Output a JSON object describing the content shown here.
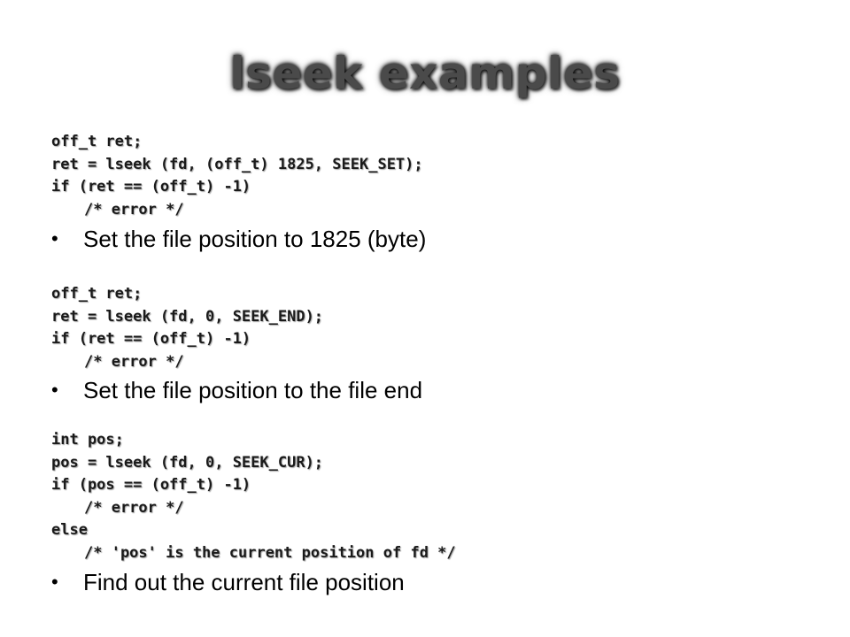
{
  "slide": {
    "title": "lseek examples",
    "bullet_glyph": "•",
    "sections": [
      {
        "code": [
          {
            "text": "off_t ret;",
            "indent": false
          },
          {
            "text": "ret = lseek (fd, (off_t) 1825, SEEK_SET);",
            "indent": false
          },
          {
            "text": "if (ret == (off_t) -1)",
            "indent": false
          },
          {
            "text": "/* error */",
            "indent": true
          }
        ],
        "bullet": "Set the file position to 1825 (byte)"
      },
      {
        "code": [
          {
            "text": "off_t ret;",
            "indent": false
          },
          {
            "text": "ret = lseek (fd, 0, SEEK_END);",
            "indent": false
          },
          {
            "text": "if (ret == (off_t) -1)",
            "indent": false
          },
          {
            "text": "/* error */",
            "indent": true
          }
        ],
        "bullet": "Set the file position to the file end"
      },
      {
        "code": [
          {
            "text": "int pos;",
            "indent": false
          },
          {
            "text": "pos = lseek (fd, 0, SEEK_CUR);",
            "indent": false
          },
          {
            "text": "if (pos == (off_t) -1)",
            "indent": false
          },
          {
            "text": "/* error */",
            "indent": true
          },
          {
            "text": "else",
            "indent": false
          },
          {
            "text": "/* 'pos' is the current position of fd */",
            "indent": true
          }
        ],
        "bullet": "Find out the current file position"
      }
    ]
  }
}
